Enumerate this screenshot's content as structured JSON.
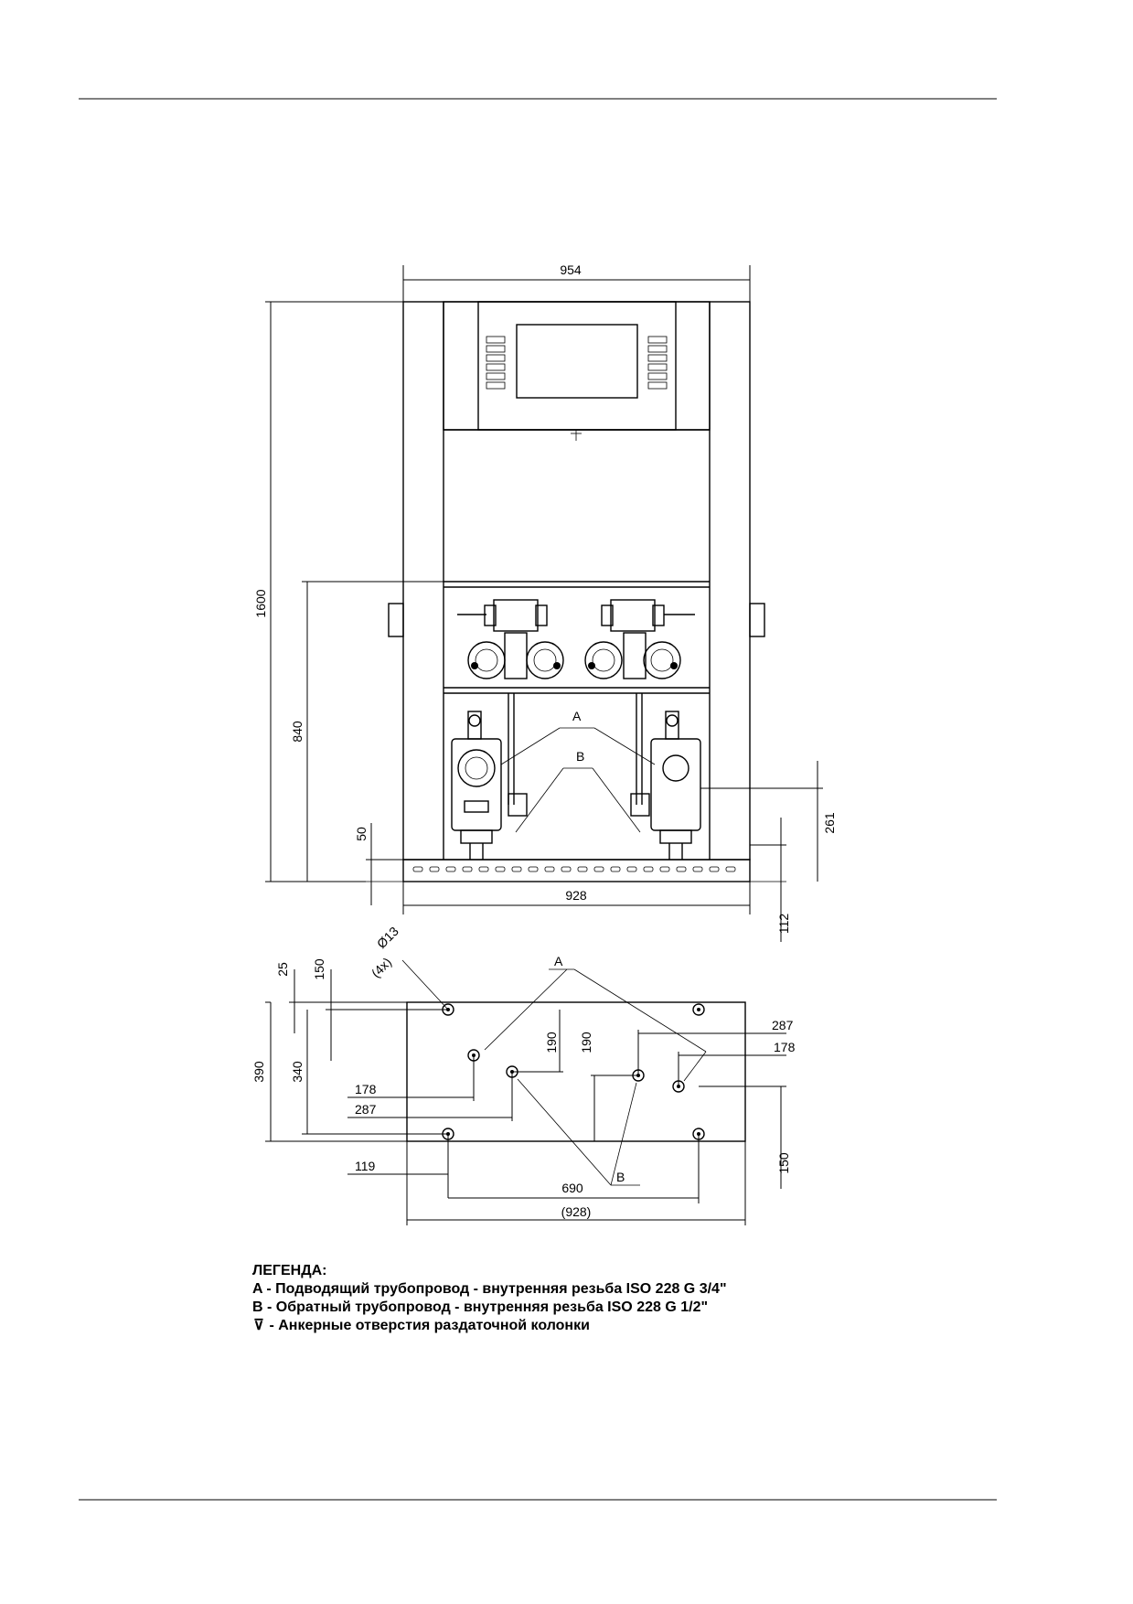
{
  "dimensions": {
    "width_top": "954",
    "height_total": "1600",
    "height_lower": "840",
    "base_50": "50",
    "base_width": "928",
    "dim_261": "261",
    "dim_112": "112",
    "plan_25": "25",
    "plan_150_left": "150",
    "plan_hole": "Ø13",
    "plan_hole_count": "(4x)",
    "plan_190_a": "190",
    "plan_190_b": "190",
    "plan_287_right": "287",
    "plan_178_right": "178",
    "plan_390": "390",
    "plan_340": "340",
    "plan_178_left": "178",
    "plan_287_left": "287",
    "plan_119": "119",
    "plan_150_right": "150",
    "plan_690": "690",
    "plan_928": "(928)"
  },
  "labels": {
    "A_top": "A",
    "B_top": "B",
    "A_plan": "A",
    "B_plan": "B"
  },
  "legend": {
    "title": "ЛЕГЕНДА:",
    "line_a": "A - Подводящий трубопровод - внутренняя резьба ISO 228 G 3/4\"",
    "line_b": "B - Обратный трубопровод - внутренняя резьба ISO 228 G 1/2\"",
    "anchor_symbol": "⊽",
    "line_anchor": " - Анкерные отверстия раздаточной колонки"
  }
}
